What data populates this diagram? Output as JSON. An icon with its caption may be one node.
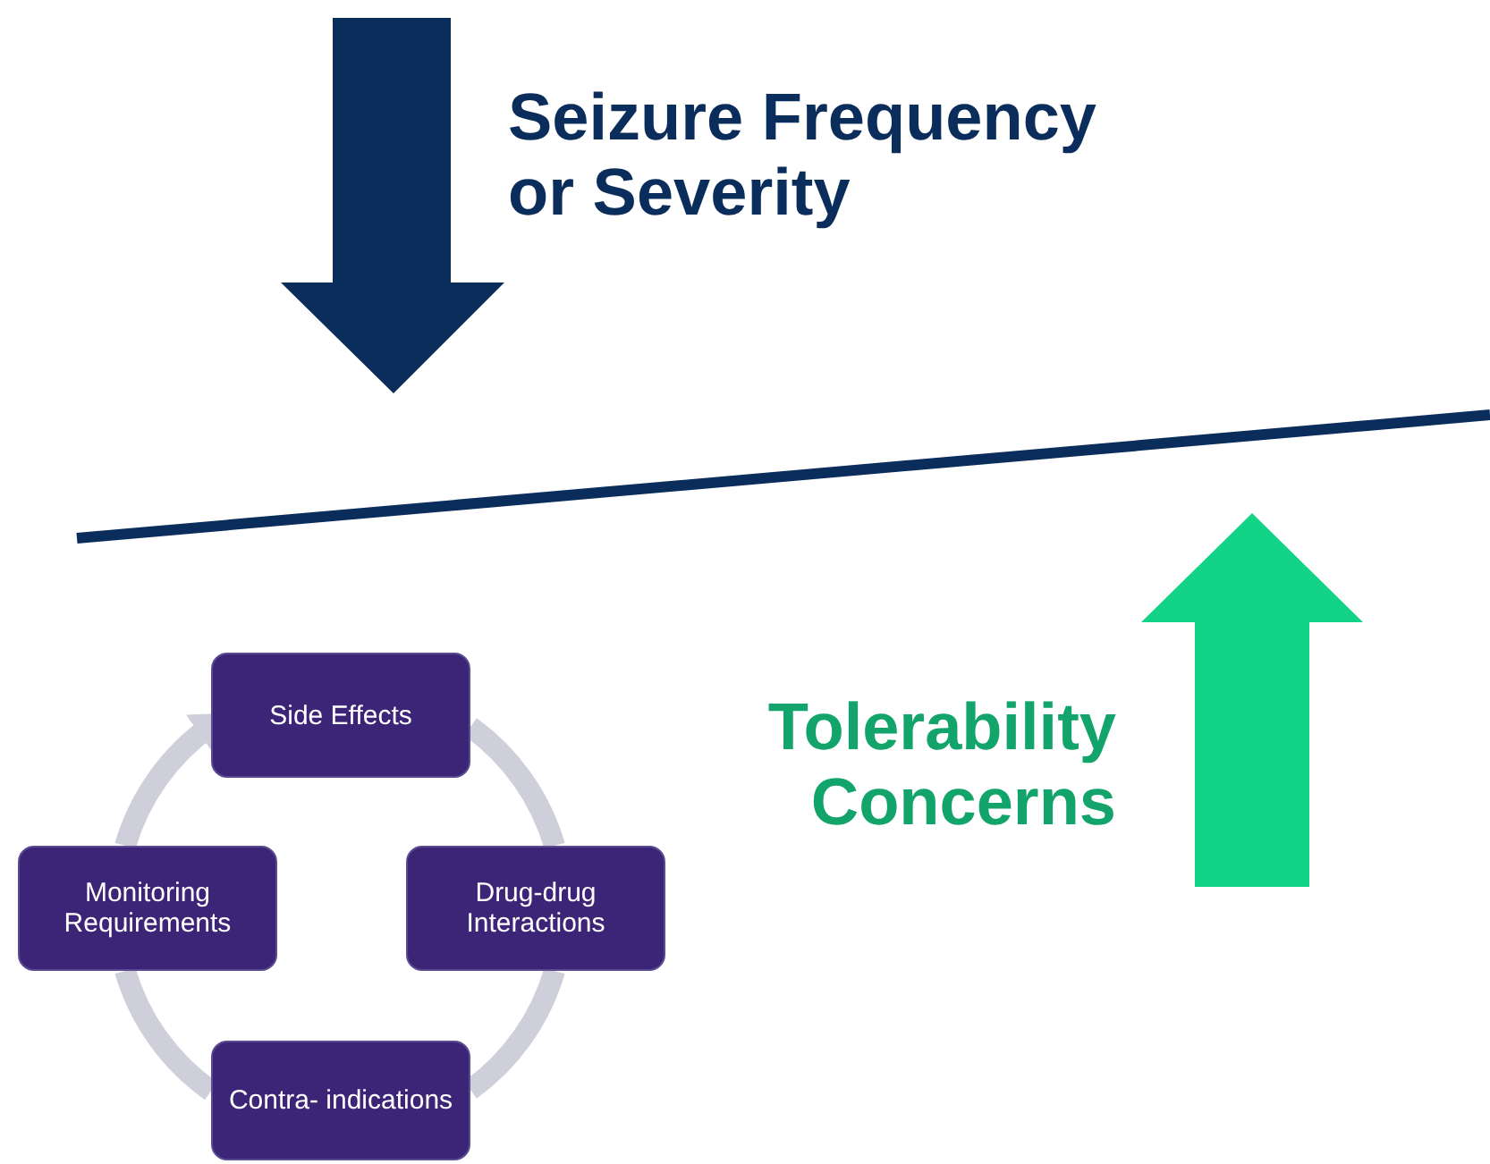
{
  "diagram": {
    "nodes": [
      {
        "text": [
          "Side Effects"
        ]
      },
      {
        "text": [
          "Monitoring Requirements"
        ]
      },
      {
        "text": [
          "Drug-drug Interactions"
        ]
      },
      {
        "text": [
          "Contra- indications"
        ]
      }
    ],
    "edges": [
      {
        "from": 1,
        "to": 0,
        "arrow": "to"
      },
      {
        "from": 0,
        "to": 2,
        "arrow": "none"
      },
      {
        "from": 2,
        "to": 3,
        "arrow": "none"
      },
      {
        "from": 3,
        "to": 1,
        "arrow": "none"
      }
    ],
    "labels": [
      "Seizure Frequency or Severity",
      "Tolerability Concerns"
    ]
  }
}
